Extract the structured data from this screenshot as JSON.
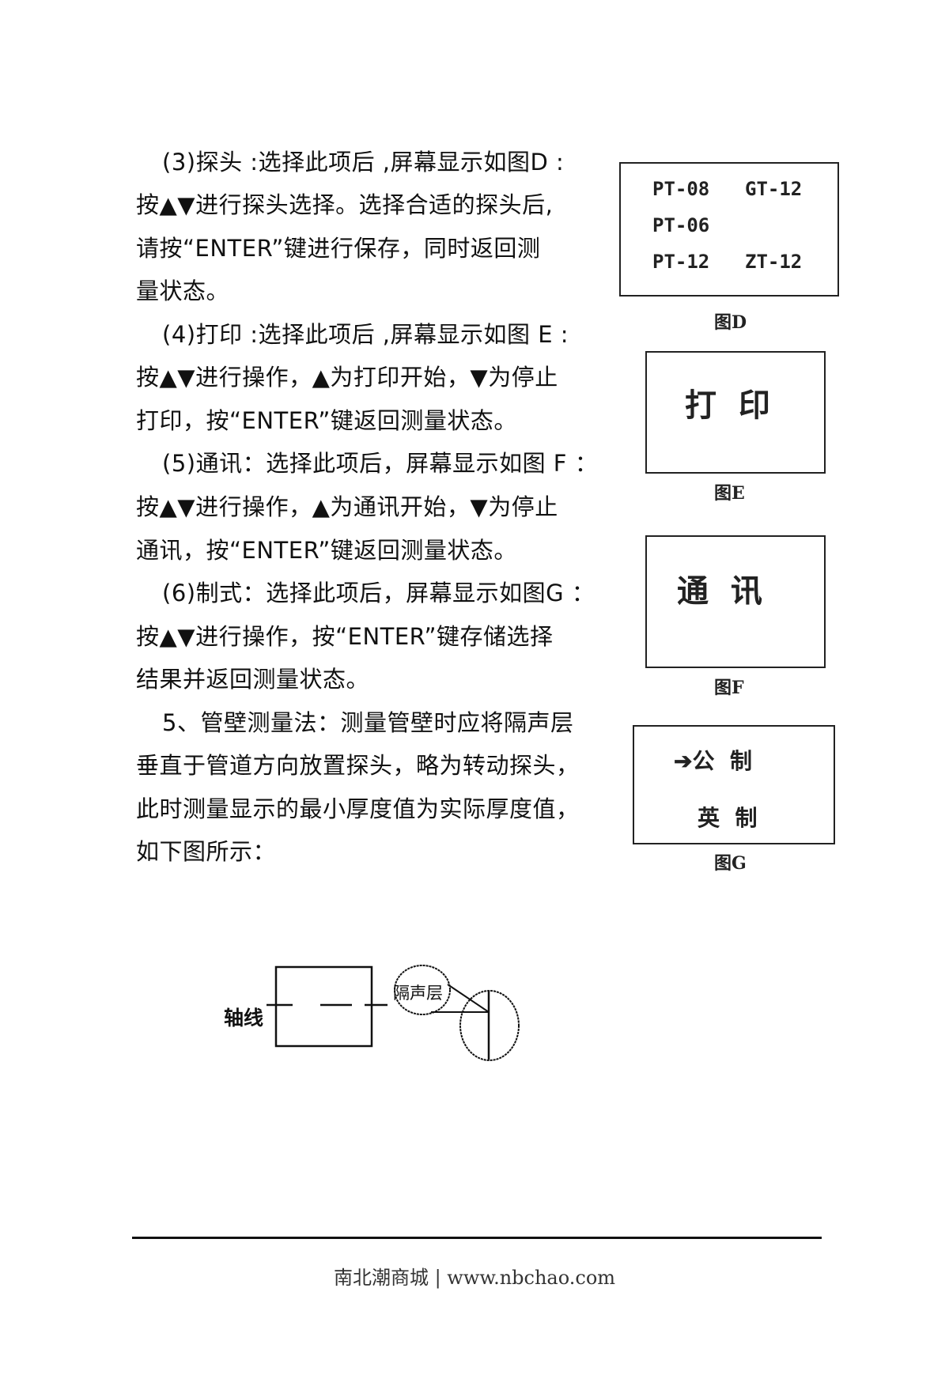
{
  "paragraphs": [
    "(3)探头 :选择此项后 ,屏幕显示如图D :",
    "按▲▼进行探头选择。选择合适的探头后,",
    "请按“ENTER”键进行保存，同时返回测",
    "量状态。",
    "(4)打印 :选择此项后 ,屏幕显示如图 E :",
    "按▲▼进行操作，▲为打印开始，▼为停止",
    "打印，按“ENTER”键返回测量状态。",
    "(5)通讯：选择此项后，屏幕显示如图 F ：",
    "按▲▼进行操作，▲为通讯开始，▼为停止",
    "通讯，按“ENTER”键返回测量状态。",
    "(6)制式：选择此项后，屏幕显示如图G ：",
    "按▲▼进行操作，按“ENTER”键存储选择",
    "结果并返回测量状态。",
    "5、管壁测量法：测量管壁时应将隔声层",
    "垂直于管道方向放置探头，略为转动探头，",
    "此时测量显示的最小厚度值为实际厚度值，",
    "如下图所示："
  ],
  "figures": {
    "d": {
      "items": [
        "PT-08",
        "GT-12",
        "PT-06",
        "PT-12",
        "ZT-12"
      ],
      "caption": "图D"
    },
    "e": {
      "text": "打  印",
      "caption": "图E"
    },
    "f": {
      "text": "通  讯",
      "caption": "图F"
    },
    "g": {
      "option1": "➔公  制",
      "option2": "英  制",
      "caption": "图G"
    }
  },
  "diagram": {
    "axis_label": "轴线",
    "layer_label": "隔声层"
  },
  "footer": {
    "text": "南北潮商城 | www.nbchao.com"
  }
}
